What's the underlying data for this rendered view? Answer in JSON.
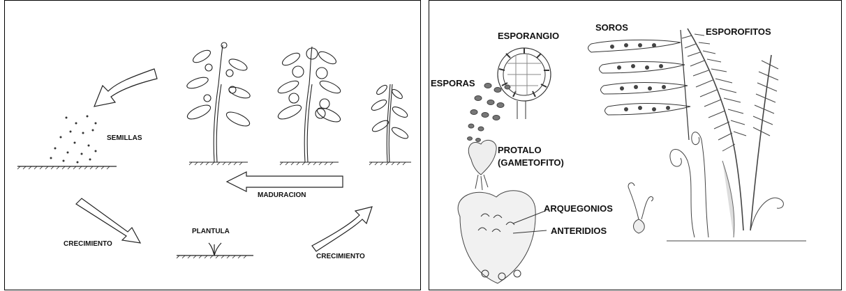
{
  "plant_cycle": {
    "labels": {
      "semillas": "SEMILLAS",
      "maduracion": "MADURACION",
      "plantula": "PLANTULA",
      "crecimiento_left": "CRECIMIENTO",
      "crecimiento_right": "CRECIMIENTO"
    }
  },
  "fern_cycle": {
    "labels": {
      "esporangio": "ESPORANGIO",
      "soros": "SOROS",
      "esporofitos": "ESPOROFITOS",
      "esporas": "ESPORAS",
      "protalo_line1": "PROTALO",
      "protalo_line2": "(GAMETOFITO)",
      "arquegonios": "ARQUEGONIOS",
      "anteridios": "ANTERIDIOS"
    }
  }
}
